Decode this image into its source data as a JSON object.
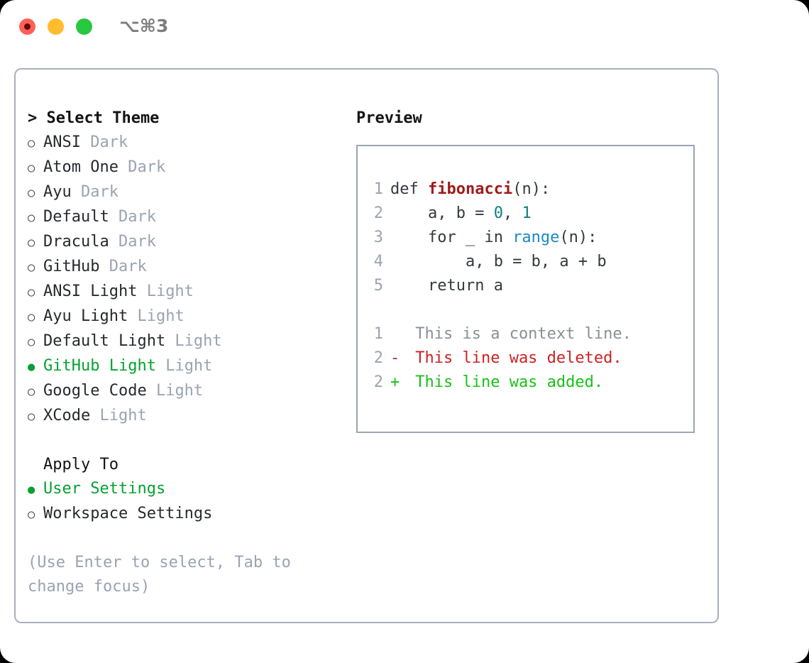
{
  "window": {
    "shortcut": "⌥⌘3",
    "traffic_lights": [
      "close",
      "minimize",
      "zoom"
    ],
    "colors": {
      "close": "#ff5f57",
      "minimize": "#febc2e",
      "zoom": "#28c840",
      "accent_green": "#07a12f",
      "muted": "#9aa3b2",
      "panel_border": "#a8b0bc"
    }
  },
  "theme_panel": {
    "heading": "> Select Theme",
    "items": [
      {
        "bullet": "○",
        "name": "ANSI",
        "variant": "Dark",
        "selected": false
      },
      {
        "bullet": "○",
        "name": "Atom One",
        "variant": "Dark",
        "selected": false
      },
      {
        "bullet": "○",
        "name": "Ayu",
        "variant": "Dark",
        "selected": false
      },
      {
        "bullet": "○",
        "name": "Default",
        "variant": "Dark",
        "selected": false
      },
      {
        "bullet": "○",
        "name": "Dracula",
        "variant": "Dark",
        "selected": false
      },
      {
        "bullet": "○",
        "name": "GitHub",
        "variant": "Dark",
        "selected": false
      },
      {
        "bullet": "○",
        "name": "ANSI Light",
        "variant": "Light",
        "selected": false
      },
      {
        "bullet": "○",
        "name": "Ayu Light",
        "variant": "Light",
        "selected": false
      },
      {
        "bullet": "○",
        "name": "Default Light",
        "variant": "Light",
        "selected": false
      },
      {
        "bullet": "●",
        "name": "GitHub Light",
        "variant": "Light",
        "selected": true
      },
      {
        "bullet": "○",
        "name": "Google Code",
        "variant": "Light",
        "selected": false
      },
      {
        "bullet": "○",
        "name": "XCode",
        "variant": "Light",
        "selected": false
      }
    ]
  },
  "apply_to": {
    "heading": "Apply To",
    "options": [
      {
        "bullet": "●",
        "label": "User Settings",
        "selected": true
      },
      {
        "bullet": "○",
        "label": "Workspace Settings",
        "selected": false
      }
    ]
  },
  "hint": "(Use Enter to select, Tab to change focus)",
  "preview": {
    "heading": "Preview",
    "code_lines": [
      {
        "no": "1",
        "segments": [
          {
            "t": "def ",
            "c": "code-text"
          },
          {
            "t": "fibonacci",
            "c": "tok-fn"
          },
          {
            "t": "(n):",
            "c": "code-text"
          }
        ]
      },
      {
        "no": "2",
        "segments": [
          {
            "t": "    a, b = ",
            "c": "code-text"
          },
          {
            "t": "0",
            "c": "tok-num"
          },
          {
            "t": ", ",
            "c": "code-text"
          },
          {
            "t": "1",
            "c": "tok-num"
          }
        ]
      },
      {
        "no": "3",
        "segments": [
          {
            "t": "    for _ in ",
            "c": "code-text"
          },
          {
            "t": "range",
            "c": "tok-call"
          },
          {
            "t": "(n):",
            "c": "code-text"
          }
        ]
      },
      {
        "no": "4",
        "segments": [
          {
            "t": "        a, b = b, a + b",
            "c": "code-text"
          }
        ]
      },
      {
        "no": "5",
        "segments": [
          {
            "t": "    return a",
            "c": "code-text"
          }
        ]
      }
    ],
    "diff_lines": [
      {
        "no": "1",
        "mark": " ",
        "text": " This is a context line.",
        "kind": "diff-ctx"
      },
      {
        "no": "2",
        "mark": "-",
        "text": " This line was deleted.",
        "kind": "diff-del"
      },
      {
        "no": "2",
        "mark": "+",
        "text": " This line was added.",
        "kind": "diff-add"
      }
    ]
  }
}
